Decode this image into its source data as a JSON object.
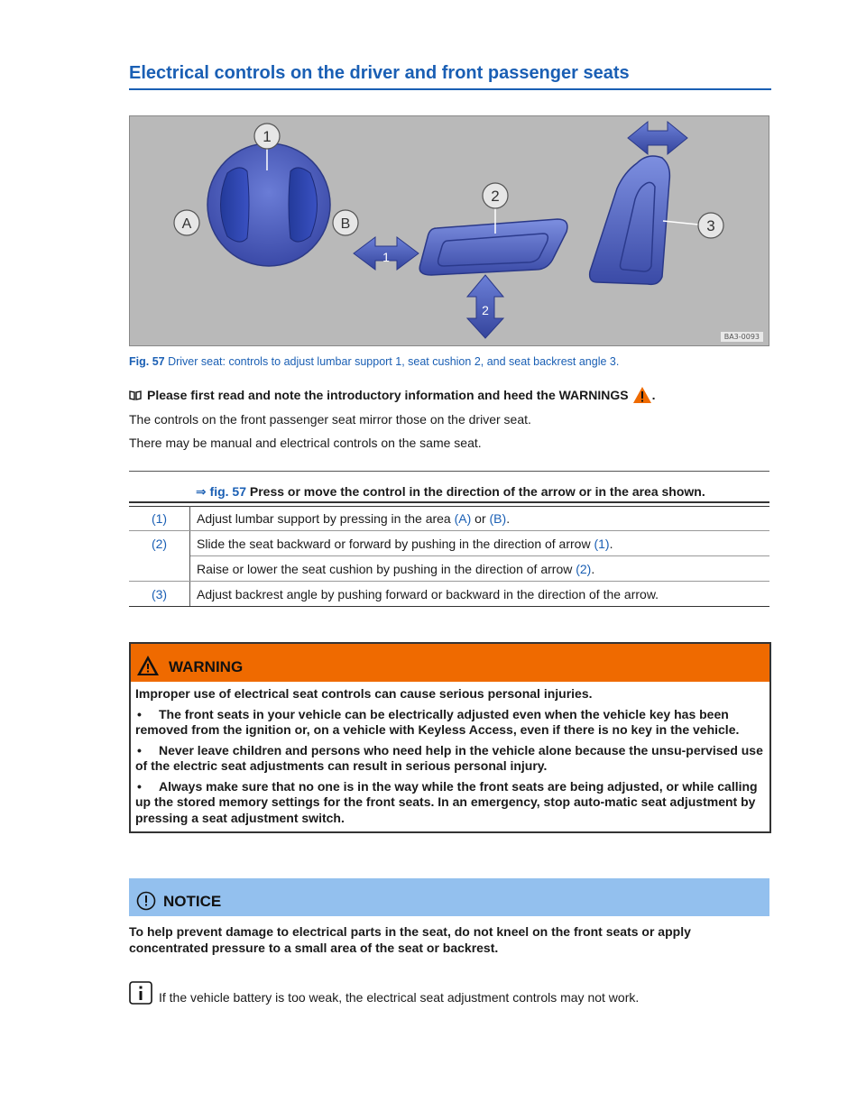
{
  "title": "Electrical controls on the driver and front passenger seats",
  "figure": {
    "code": "BA3-0093",
    "labels": {
      "c1": "1",
      "c2": "2",
      "c3": "3",
      "a": "A",
      "b": "B",
      "arrow1": "1",
      "arrow2": "2"
    },
    "caption_num": "Fig. 57",
    "caption_text": " Driver seat: controls to adjust lumbar support 1, seat cushion 2, and seat backrest angle 3."
  },
  "intro": "Please first read and note the introductory information and heed the WARNINGS",
  "para1": "The controls on the front passenger seat mirror those on the driver seat.",
  "para2": "There may be manual and electrical controls on the same seat.",
  "table": {
    "head_link": "⇒ fig. 57",
    "head_text": " Press or move the control in the direction of the arrow or in the area shown.",
    "rows": [
      {
        "key": "(1)",
        "pre": "Adjust lumbar support by pressing in the area ",
        "a": "(A)",
        "mid": " or ",
        "b": "(B)",
        "post": "."
      },
      {
        "key": "(2)",
        "pre": "Slide the seat backward or forward by pushing in the direction of arrow ",
        "a": "(1)",
        "post": "."
      },
      {
        "pre": "Raise or lower the seat cushion by pushing in the direction of arrow ",
        "a": "(2)",
        "post": "."
      },
      {
        "key": "(3)",
        "text": "Adjust backrest angle by pushing forward or backward in the direction of the arrow."
      }
    ]
  },
  "warning": {
    "label": "WARNING",
    "lead": "Improper use of electrical seat controls can cause serious personal injuries.",
    "bullet_char": "•",
    "bullets": [
      "The front seats in your vehicle can be electrically adjusted even when the vehicle key has been removed from the ignition or, on a vehicle with Keyless Access, even if there is no key in the vehicle.",
      "Never leave children and persons who need help in the vehicle alone because the unsu-pervised use of the electric seat adjustments can result in serious personal injury.",
      "Always make sure that no one is in the way while the front seats are being adjusted, or while calling up the stored memory settings for the front seats. In an emergency, stop auto-matic seat adjustment by pressing a seat adjustment switch."
    ]
  },
  "notice": {
    "label": "NOTICE",
    "text": "To help prevent damage to electrical parts in the seat, do not kneel on the front seats or apply concentrated pressure to a small area of the seat or backrest."
  },
  "info": {
    "text": "If the vehicle battery is too weak, the electrical seat adjustment controls may not work."
  },
  "colors": {
    "heading_blue": "#1a5fb4",
    "warning_orange": "#ef6a00",
    "notice_blue": "#93c0ee",
    "control_blue": "#3f4fae"
  }
}
